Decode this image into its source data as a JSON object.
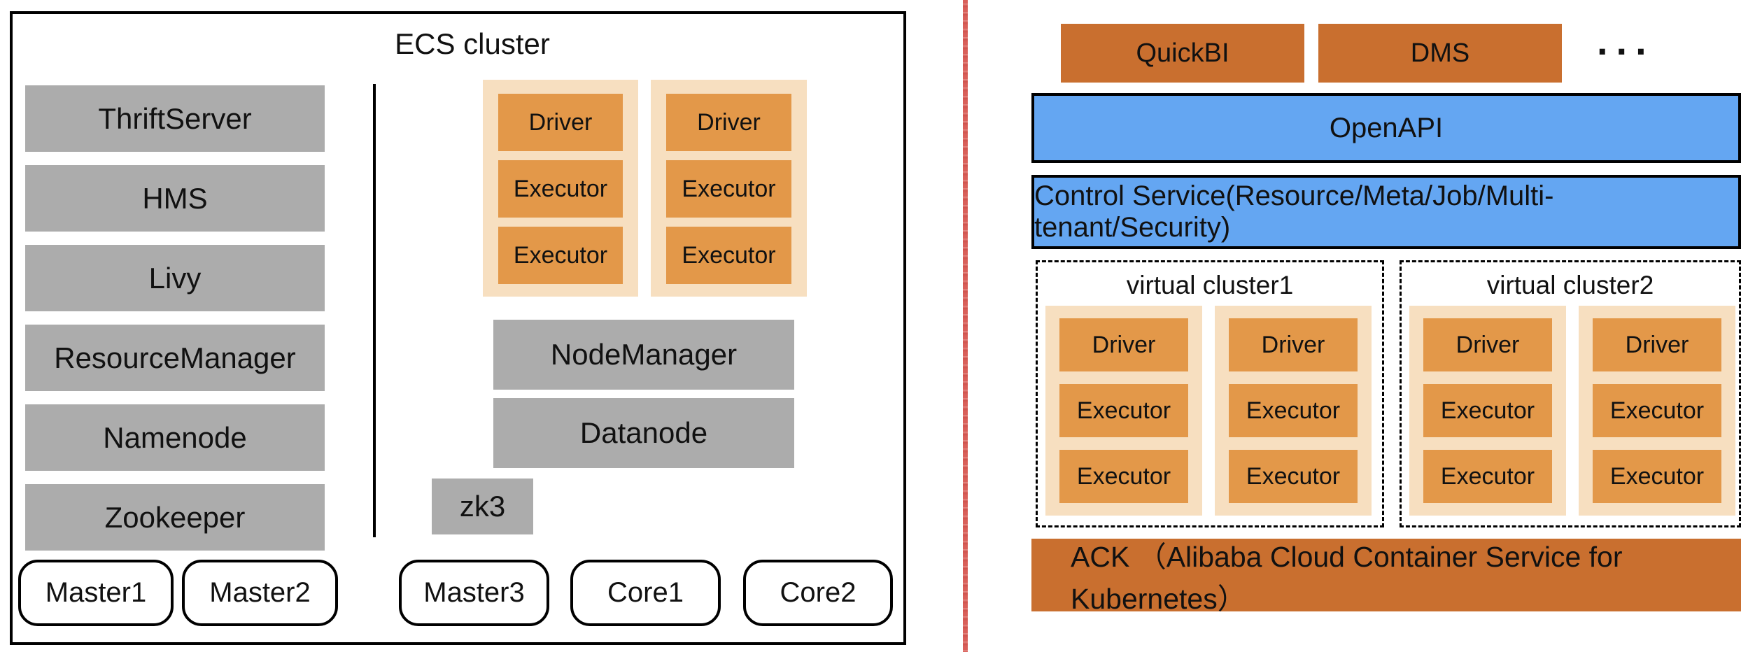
{
  "left_panel": {
    "title": "ECS cluster",
    "services": [
      "ThriftServer",
      "HMS",
      "Livy",
      "ResourceManager",
      "Namenode",
      "Zookeeper"
    ],
    "spark_group_1": [
      "Driver",
      "Executor",
      "Executor"
    ],
    "spark_group_2": [
      "Driver",
      "Executor",
      "Executor"
    ],
    "node_manager": "NodeManager",
    "datanode": "Datanode",
    "zk": "zk3",
    "hosts": [
      "Master1",
      "Master2",
      "Master3",
      "Core1",
      "Core2"
    ]
  },
  "right_panel": {
    "apps": [
      "QuickBI",
      "DMS"
    ],
    "ellipsis": "...",
    "openapi": "OpenAPI",
    "control_service": "Control Service(Resource/Meta/Job/Multi-tenant/Security)",
    "clusters": [
      {
        "title": "virtual cluster1",
        "group_1": [
          "Driver",
          "Executor",
          "Executor"
        ],
        "group_2": [
          "Driver",
          "Executor",
          "Executor"
        ]
      },
      {
        "title": "virtual cluster2",
        "group_1": [
          "Driver",
          "Executor",
          "Executor"
        ],
        "group_2": [
          "Driver",
          "Executor",
          "Executor"
        ]
      }
    ],
    "ack": "ACK （Alibaba Cloud Container Service for Kubernetes）"
  },
  "colors": {
    "gray_box": "#ACACAC",
    "peach_pod": "#F7DFC0",
    "orange_cell": "#E39849",
    "dark_orange_bar": "#C96F2F",
    "blue_bar": "#64A6F2",
    "divider_red": "#D9605A",
    "border_black": "#000000"
  }
}
